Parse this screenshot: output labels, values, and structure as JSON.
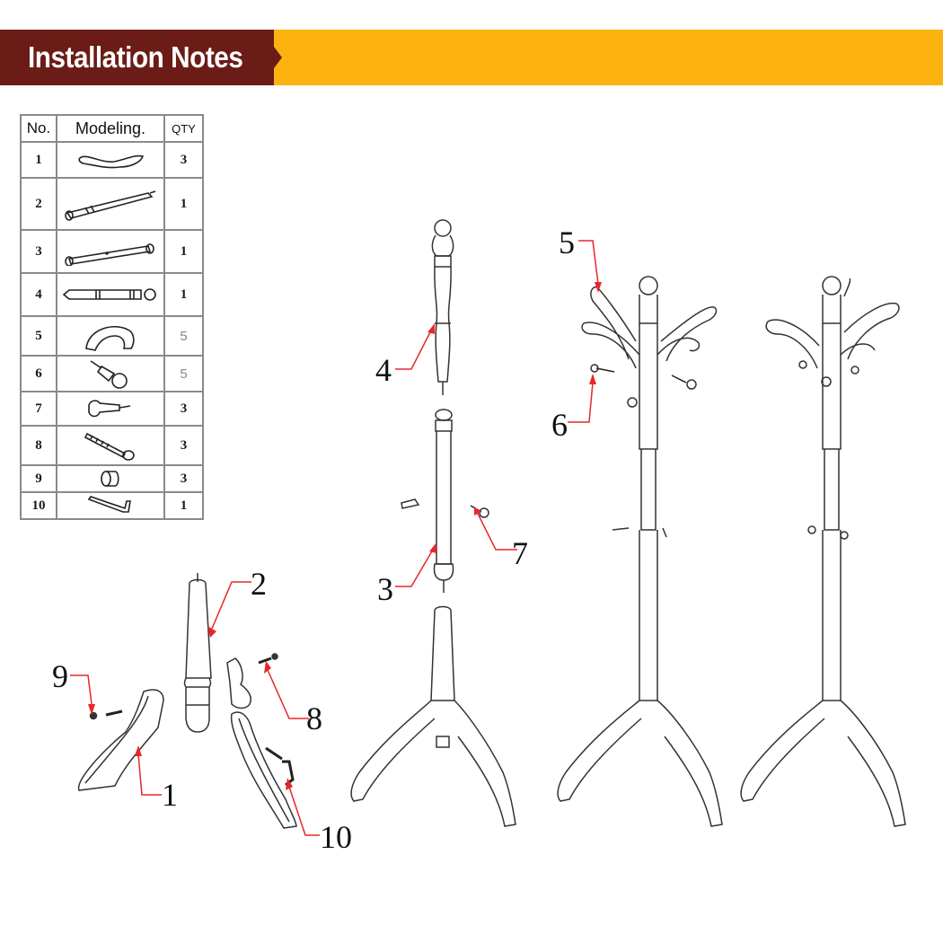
{
  "header": {
    "title": "Installation Notes",
    "colors": {
      "dark_band": "#6b1c16",
      "accent_band": "#fdb30f"
    }
  },
  "parts_table": {
    "columns": [
      "No.",
      "Modeling.",
      "QTY"
    ],
    "rows": [
      {
        "no": "1",
        "part": "base-leg",
        "qty": "3"
      },
      {
        "no": "2",
        "part": "bottom-pole",
        "qty": "1"
      },
      {
        "no": "3",
        "part": "middle-pole",
        "qty": "1"
      },
      {
        "no": "4",
        "part": "top-pole",
        "qty": "1"
      },
      {
        "no": "5",
        "part": "curved-hook-arm",
        "qty": "5"
      },
      {
        "no": "6",
        "part": "large-peg-knob",
        "qty": "5"
      },
      {
        "no": "7",
        "part": "small-peg-knob",
        "qty": "3"
      },
      {
        "no": "8",
        "part": "bolt",
        "qty": "3"
      },
      {
        "no": "9",
        "part": "barrel-nut",
        "qty": "3"
      },
      {
        "no": "10",
        "part": "allen-key",
        "qty": "1"
      }
    ]
  },
  "diagram": {
    "callouts": [
      "1",
      "2",
      "3",
      "4",
      "5",
      "6",
      "7",
      "8",
      "9",
      "10"
    ],
    "arrow_color": "#e8262a"
  }
}
